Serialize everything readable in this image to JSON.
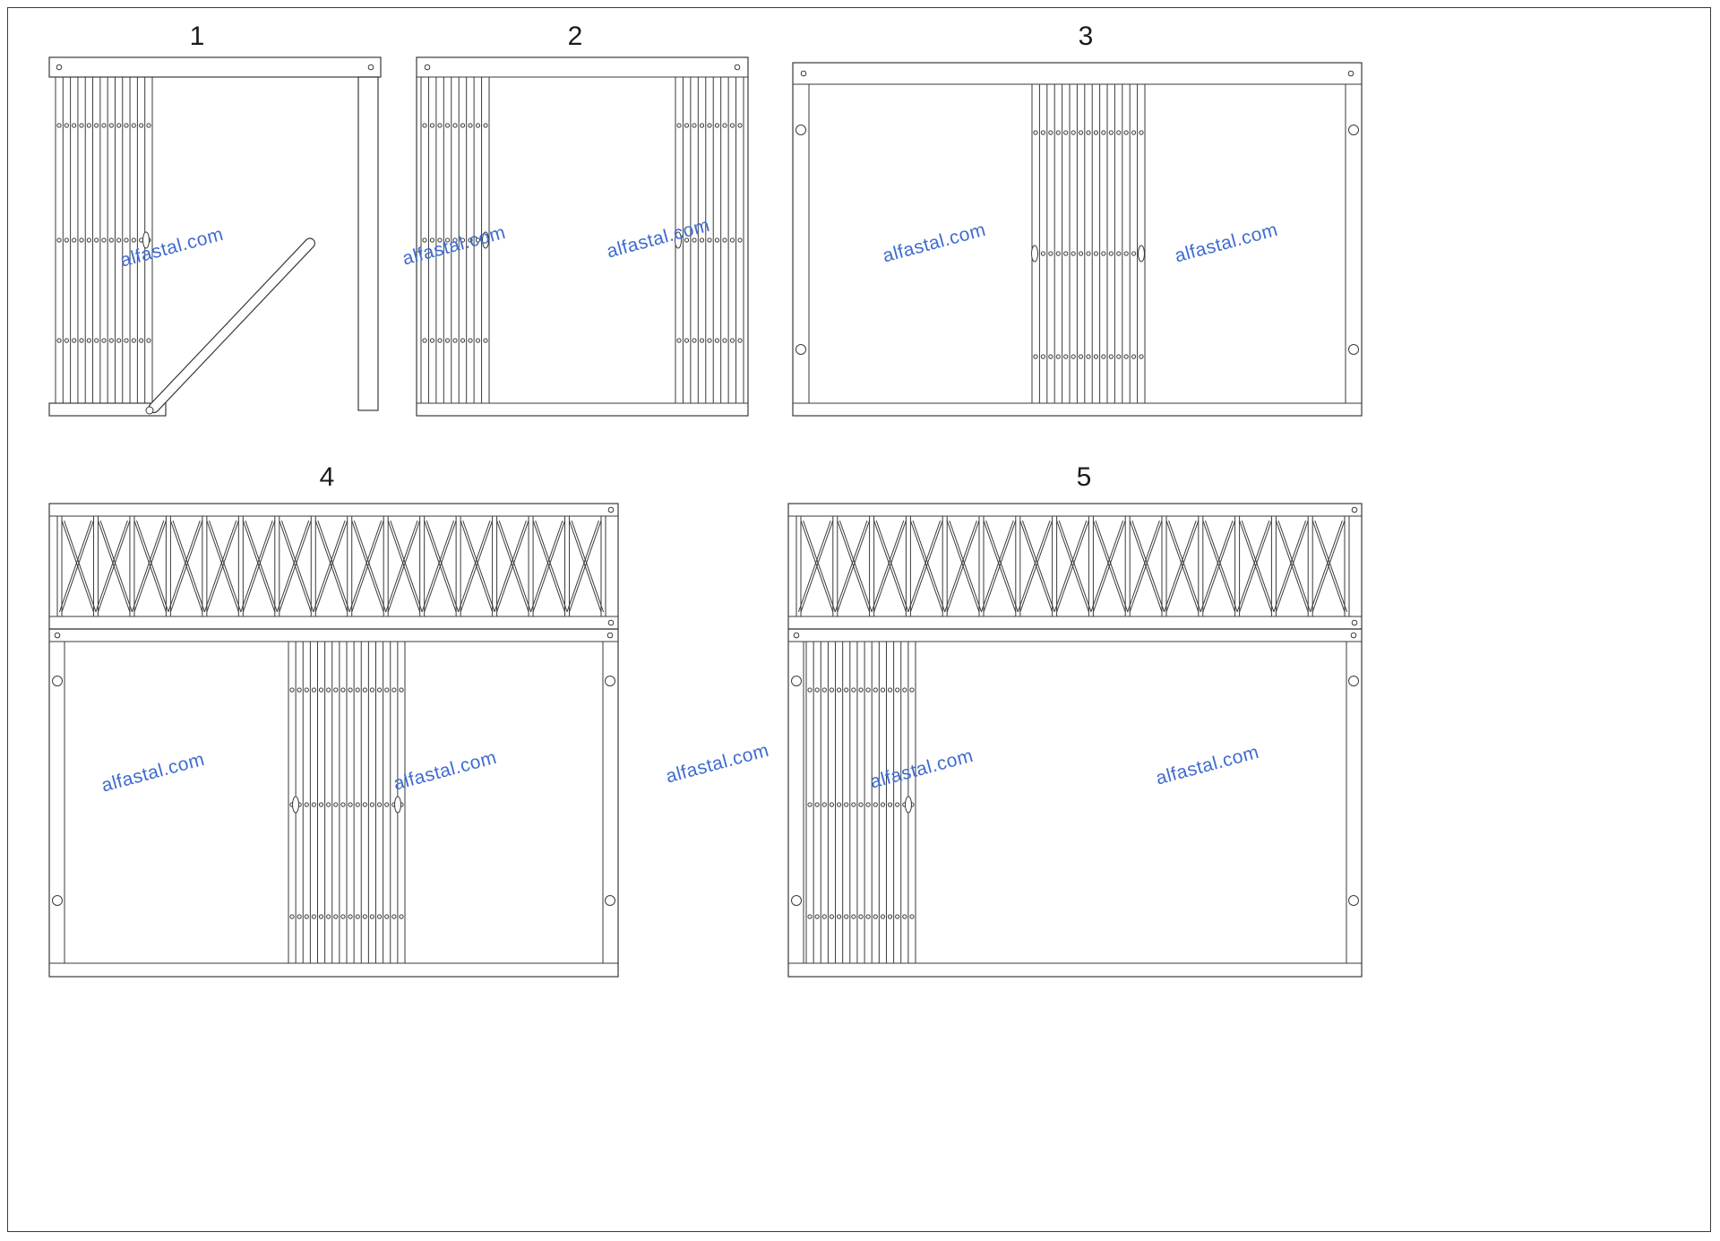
{
  "figures": [
    {
      "label": "1"
    },
    {
      "label": "2"
    },
    {
      "label": "3"
    },
    {
      "label": "4"
    },
    {
      "label": "5"
    }
  ],
  "watermark": {
    "text": "alfastal.com",
    "color": "#3f6bd0"
  },
  "colors": {
    "line": "#3a3a3a",
    "background": "#ffffff"
  }
}
